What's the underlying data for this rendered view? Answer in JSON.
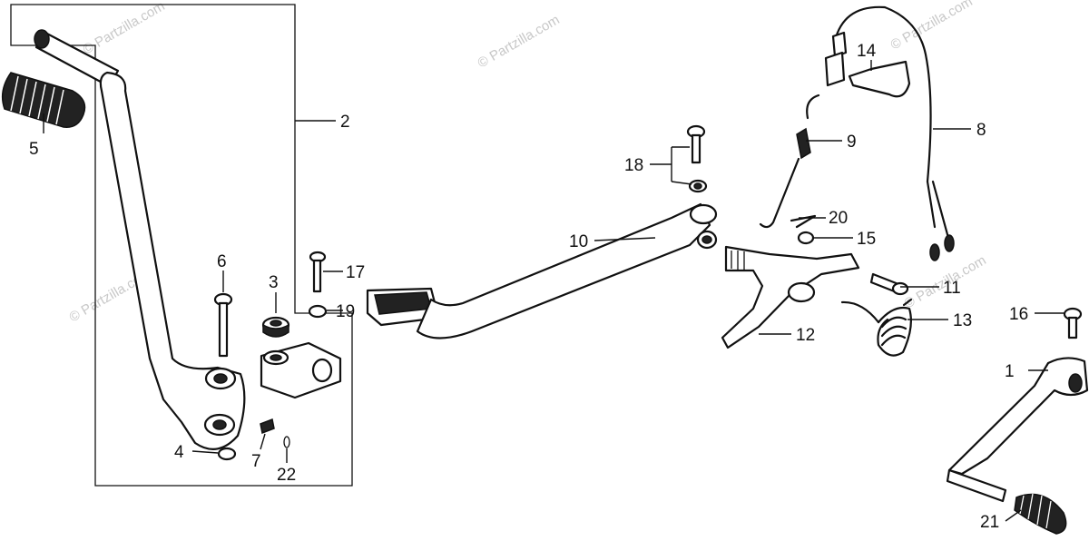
{
  "watermark": "© Partzilla.com",
  "callouts": [
    {
      "id": "1",
      "label": "1"
    },
    {
      "id": "2",
      "label": "2"
    },
    {
      "id": "3",
      "label": "3"
    },
    {
      "id": "4",
      "label": "4"
    },
    {
      "id": "5",
      "label": "5"
    },
    {
      "id": "6",
      "label": "6"
    },
    {
      "id": "7",
      "label": "7"
    },
    {
      "id": "8",
      "label": "8"
    },
    {
      "id": "9",
      "label": "9"
    },
    {
      "id": "10",
      "label": "10"
    },
    {
      "id": "11",
      "label": "11"
    },
    {
      "id": "12",
      "label": "12"
    },
    {
      "id": "13",
      "label": "13"
    },
    {
      "id": "14",
      "label": "14"
    },
    {
      "id": "15",
      "label": "15"
    },
    {
      "id": "16",
      "label": "16"
    },
    {
      "id": "17",
      "label": "17"
    },
    {
      "id": "18",
      "label": "18"
    },
    {
      "id": "19",
      "label": "19"
    },
    {
      "id": "20",
      "label": "20"
    },
    {
      "id": "21",
      "label": "21"
    },
    {
      "id": "22",
      "label": "22"
    }
  ]
}
